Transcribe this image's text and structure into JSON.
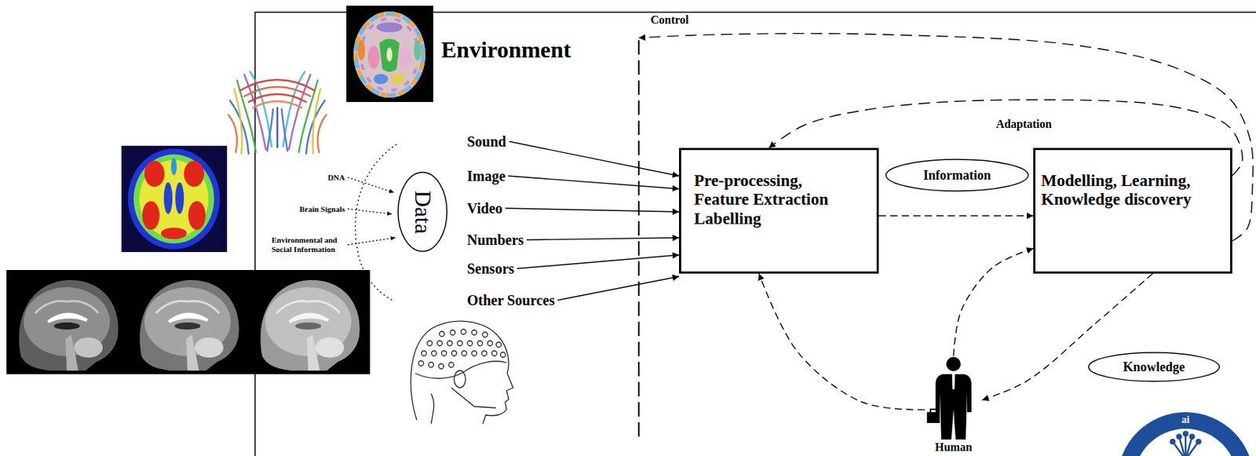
{
  "diagram": {
    "nodes": [
      {
        "text": [
          "Environment"
        ]
      },
      {
        "text": [
          "Data"
        ],
        "in": 0
      },
      {
        "text": [
          "Pre-processing, Feature Extraction Labelling"
        ]
      },
      {
        "text": [
          "Information"
        ]
      },
      {
        "text": [
          "Modelling, Learning, Knowledge discovery"
        ]
      },
      {
        "text": [
          "Knowledge"
        ]
      },
      {
        "text": [
          "Human"
        ]
      }
    ],
    "edges": [
      {
        "from": 4,
        "to": 0,
        "arrow": "to",
        "label": "Control"
      },
      {
        "from": 4,
        "to": 2,
        "arrow": "to",
        "label": "Adaptation"
      },
      {
        "from": 2,
        "to": 4,
        "arrow": "to"
      },
      {
        "from": 6,
        "to": 4,
        "arrow": "to"
      },
      {
        "from": 6,
        "to": 2,
        "arrow": "to"
      },
      {
        "from": 4,
        "to": 6,
        "arrow": "to"
      }
    ],
    "labels": [
      "DNA",
      "Brain Signals",
      "Environmental and Social Information",
      "Sound",
      "Image",
      "Video",
      "Numbers",
      "Sensors",
      "Other Sources",
      "ai"
    ]
  }
}
